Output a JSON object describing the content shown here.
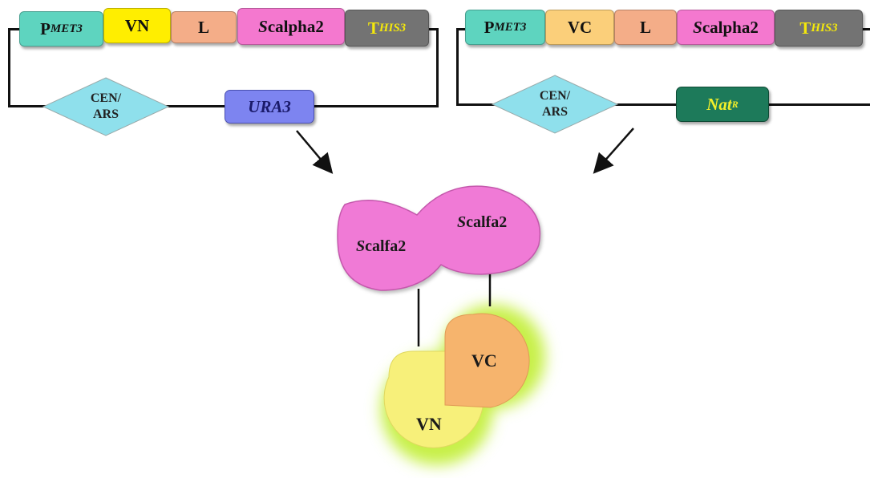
{
  "colors": {
    "promoter": "#5ed4bf",
    "vn": "#ffee00",
    "vc": "#fbcf7a",
    "linker": "#f4ad88",
    "scalpha": "#f478cf",
    "terminator": "#737373",
    "terminator_text": "#f4e80c",
    "ura3": "#7d84f0",
    "natr": "#1d7a5a",
    "natr_text": "#f2ef2a",
    "diamond": "#8fe0ec",
    "protein": "#f07ad6",
    "vn_dome": "#f7f07a",
    "vc_dome": "#f6b46d",
    "glow": "#c8f04a"
  },
  "plasmid_left": {
    "promoter": {
      "main": "P",
      "sub": "MET3"
    },
    "fp": "VN",
    "linker": "L",
    "gene": {
      "italic": "S",
      "rest": "calpha2"
    },
    "terminator": {
      "main": "T",
      "sub": "HIS3"
    },
    "origin": {
      "line1": "CEN/",
      "line2": "ARS"
    },
    "marker": "URA3"
  },
  "plasmid_right": {
    "promoter": {
      "main": "P",
      "sub": "MET3"
    },
    "fp": "VC",
    "linker": "L",
    "gene": {
      "italic": "S",
      "rest": "calpha2"
    },
    "terminator": {
      "main": "T",
      "sub": "HIS3"
    },
    "origin": {
      "line1": "CEN/",
      "line2": "ARS"
    },
    "marker": {
      "main": "Nat",
      "sup": "R"
    }
  },
  "complex": {
    "protein_left": {
      "italic": "S",
      "rest": "calfa2"
    },
    "protein_right": {
      "italic": "S",
      "rest": "calfa2"
    },
    "vn": "VN",
    "vc": "VC"
  }
}
